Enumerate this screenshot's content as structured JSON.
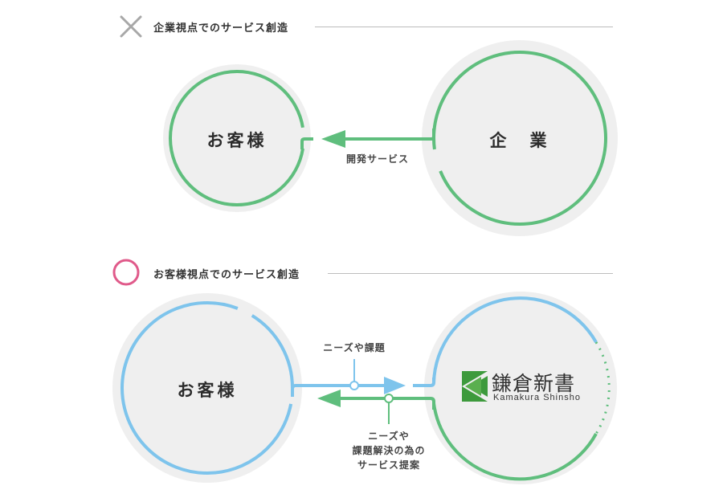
{
  "section_bad": {
    "title": "企業視点でのサービス創造",
    "customer_label": "お客様",
    "company_label": "企　業",
    "arrow_label": "開発サービス",
    "colors": {
      "mark": "#a8a8a8",
      "circle": "#5fbe7d",
      "fill": "#efefef"
    }
  },
  "section_good": {
    "title": "お客様視点でのサービス創造",
    "customer_label": "お客様",
    "upper_arrow_label": "ニーズや課題",
    "lower_arrow_label": [
      "ニーズや",
      "課題解決の為の",
      "サービス提案"
    ],
    "colors": {
      "mark": "#e05a8a",
      "blue": "#7ec4ec",
      "green": "#5fbe7d",
      "fill": "#efefef"
    },
    "logo": {
      "name_ja": "鎌倉新書",
      "name_en": "Kamakura Shinsho",
      "color": "#3d9a3c"
    }
  }
}
